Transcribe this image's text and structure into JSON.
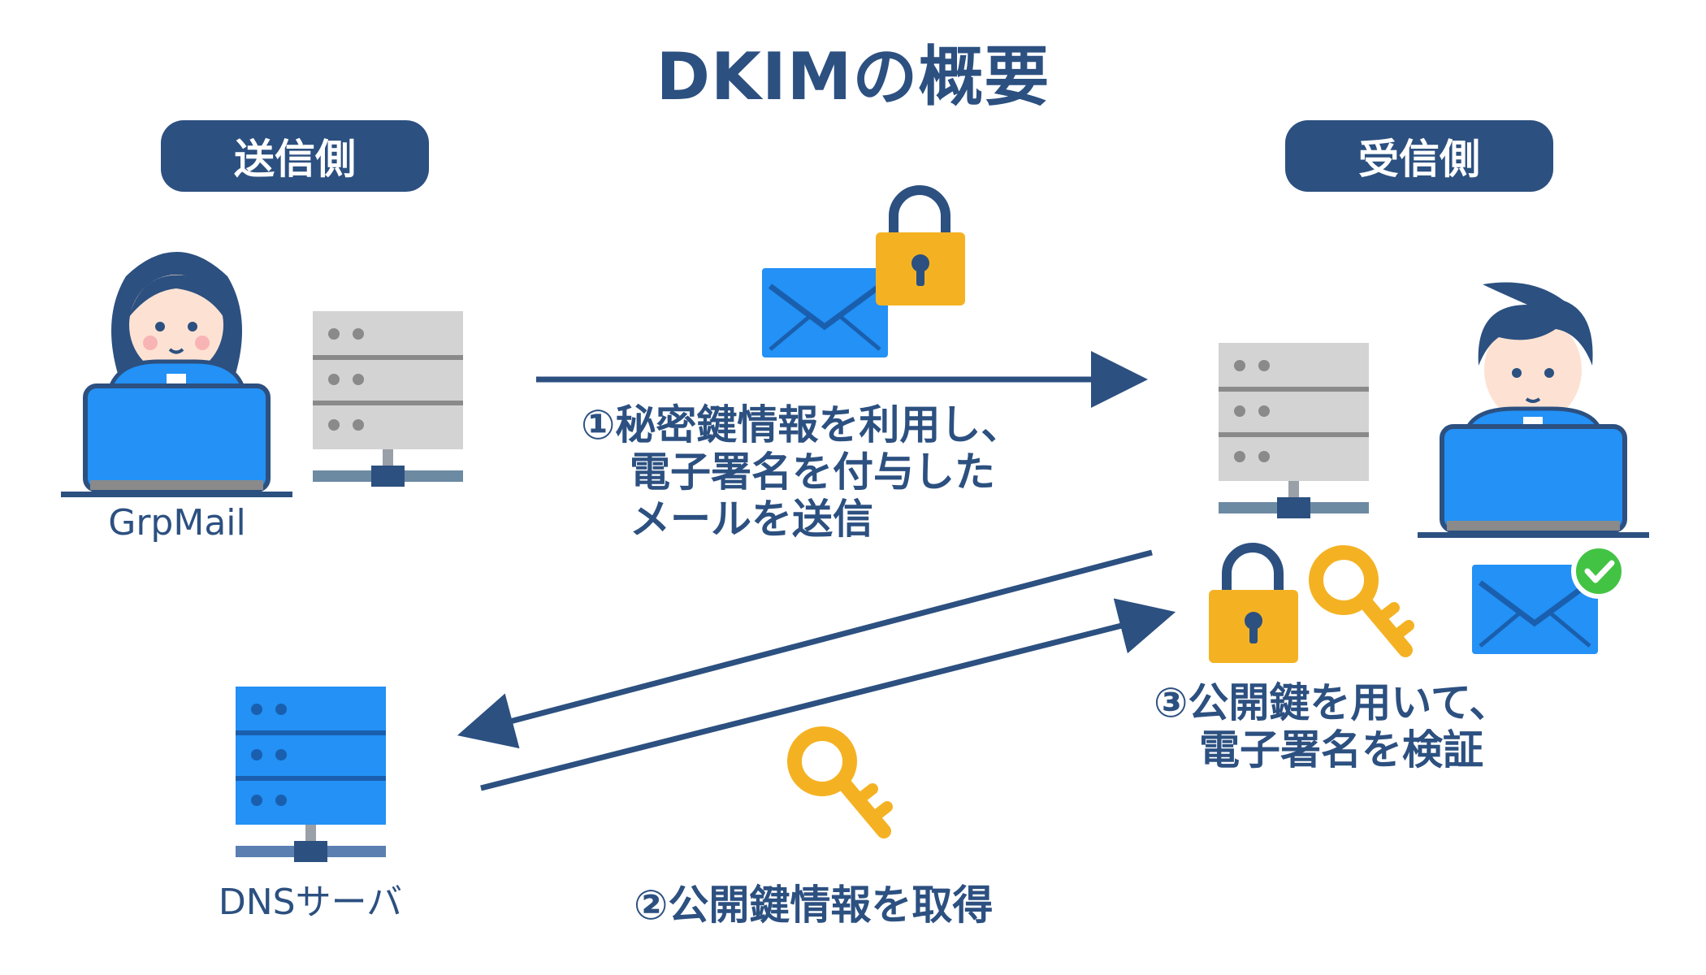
{
  "title": "DKIMの概要",
  "sender": {
    "heading": "送信側",
    "label": "GrpMail"
  },
  "receiver": {
    "heading": "受信側"
  },
  "dns": {
    "label": "DNSサーバ"
  },
  "steps": {
    "step1": [
      "①秘密鍵情報を利用し、",
      "電子署名を付与した",
      "メールを送信"
    ],
    "step2": "②公開鍵情報を取得",
    "step3": [
      "③公開鍵を用いて、",
      "電子署名を検証"
    ]
  },
  "colors": {
    "navy": "#2c5080",
    "blue": "#2391f5",
    "gray_server": "#d3d3d3",
    "gold": "#f4b223",
    "check_green": "#43c343",
    "skin": "#fde2d3"
  },
  "icons": [
    "woman-user-icon",
    "man-user-icon",
    "server-icon",
    "dns-server-icon",
    "envelope-icon",
    "padlock-icon",
    "key-icon",
    "checkmark-icon",
    "laptop-icon"
  ]
}
